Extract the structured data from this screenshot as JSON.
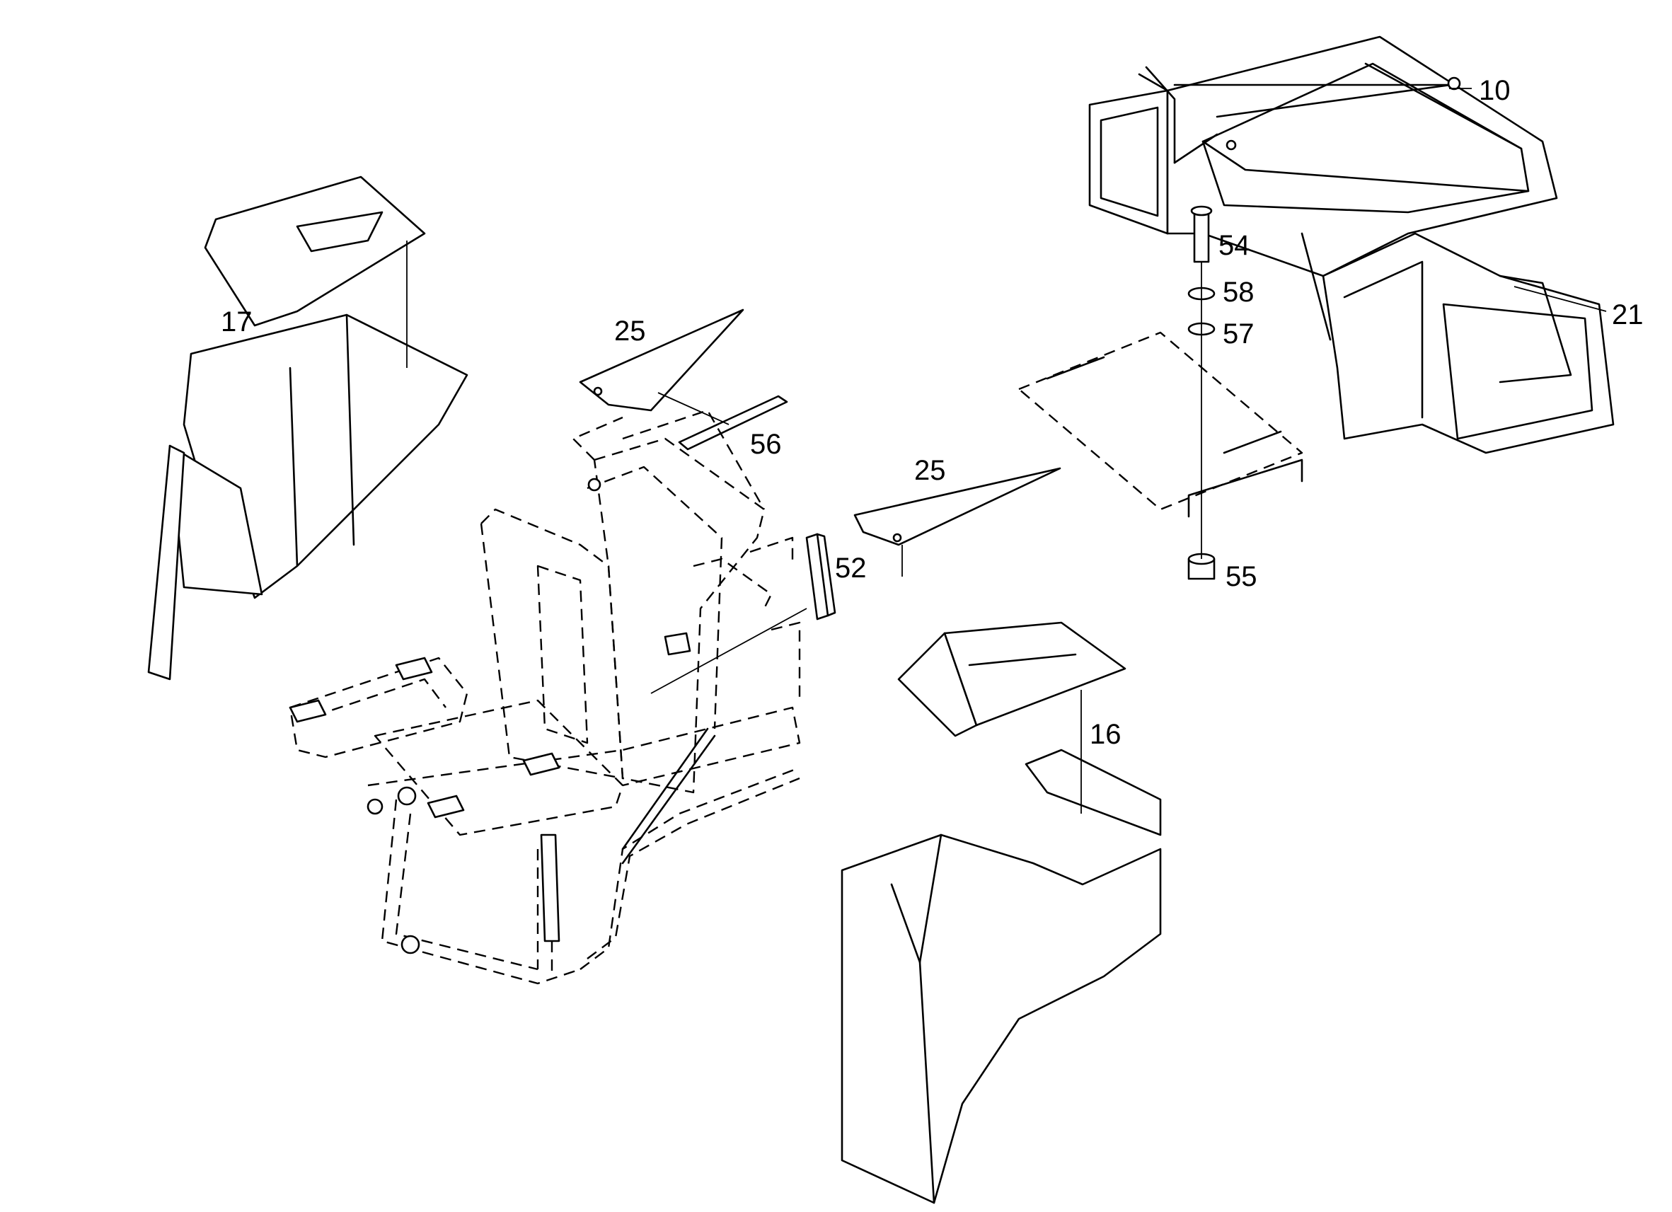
{
  "callouts": [
    {
      "id": "c10",
      "label": "10"
    },
    {
      "id": "c16",
      "label": "16"
    },
    {
      "id": "c17",
      "label": "17"
    },
    {
      "id": "c21",
      "label": "21"
    },
    {
      "id": "c25a",
      "label": "25"
    },
    {
      "id": "c25b",
      "label": "25"
    },
    {
      "id": "c52",
      "label": "52"
    },
    {
      "id": "c54",
      "label": "54"
    },
    {
      "id": "c55",
      "label": "55"
    },
    {
      "id": "c56",
      "label": "56"
    },
    {
      "id": "c57",
      "label": "57"
    },
    {
      "id": "c58",
      "label": "58"
    }
  ]
}
